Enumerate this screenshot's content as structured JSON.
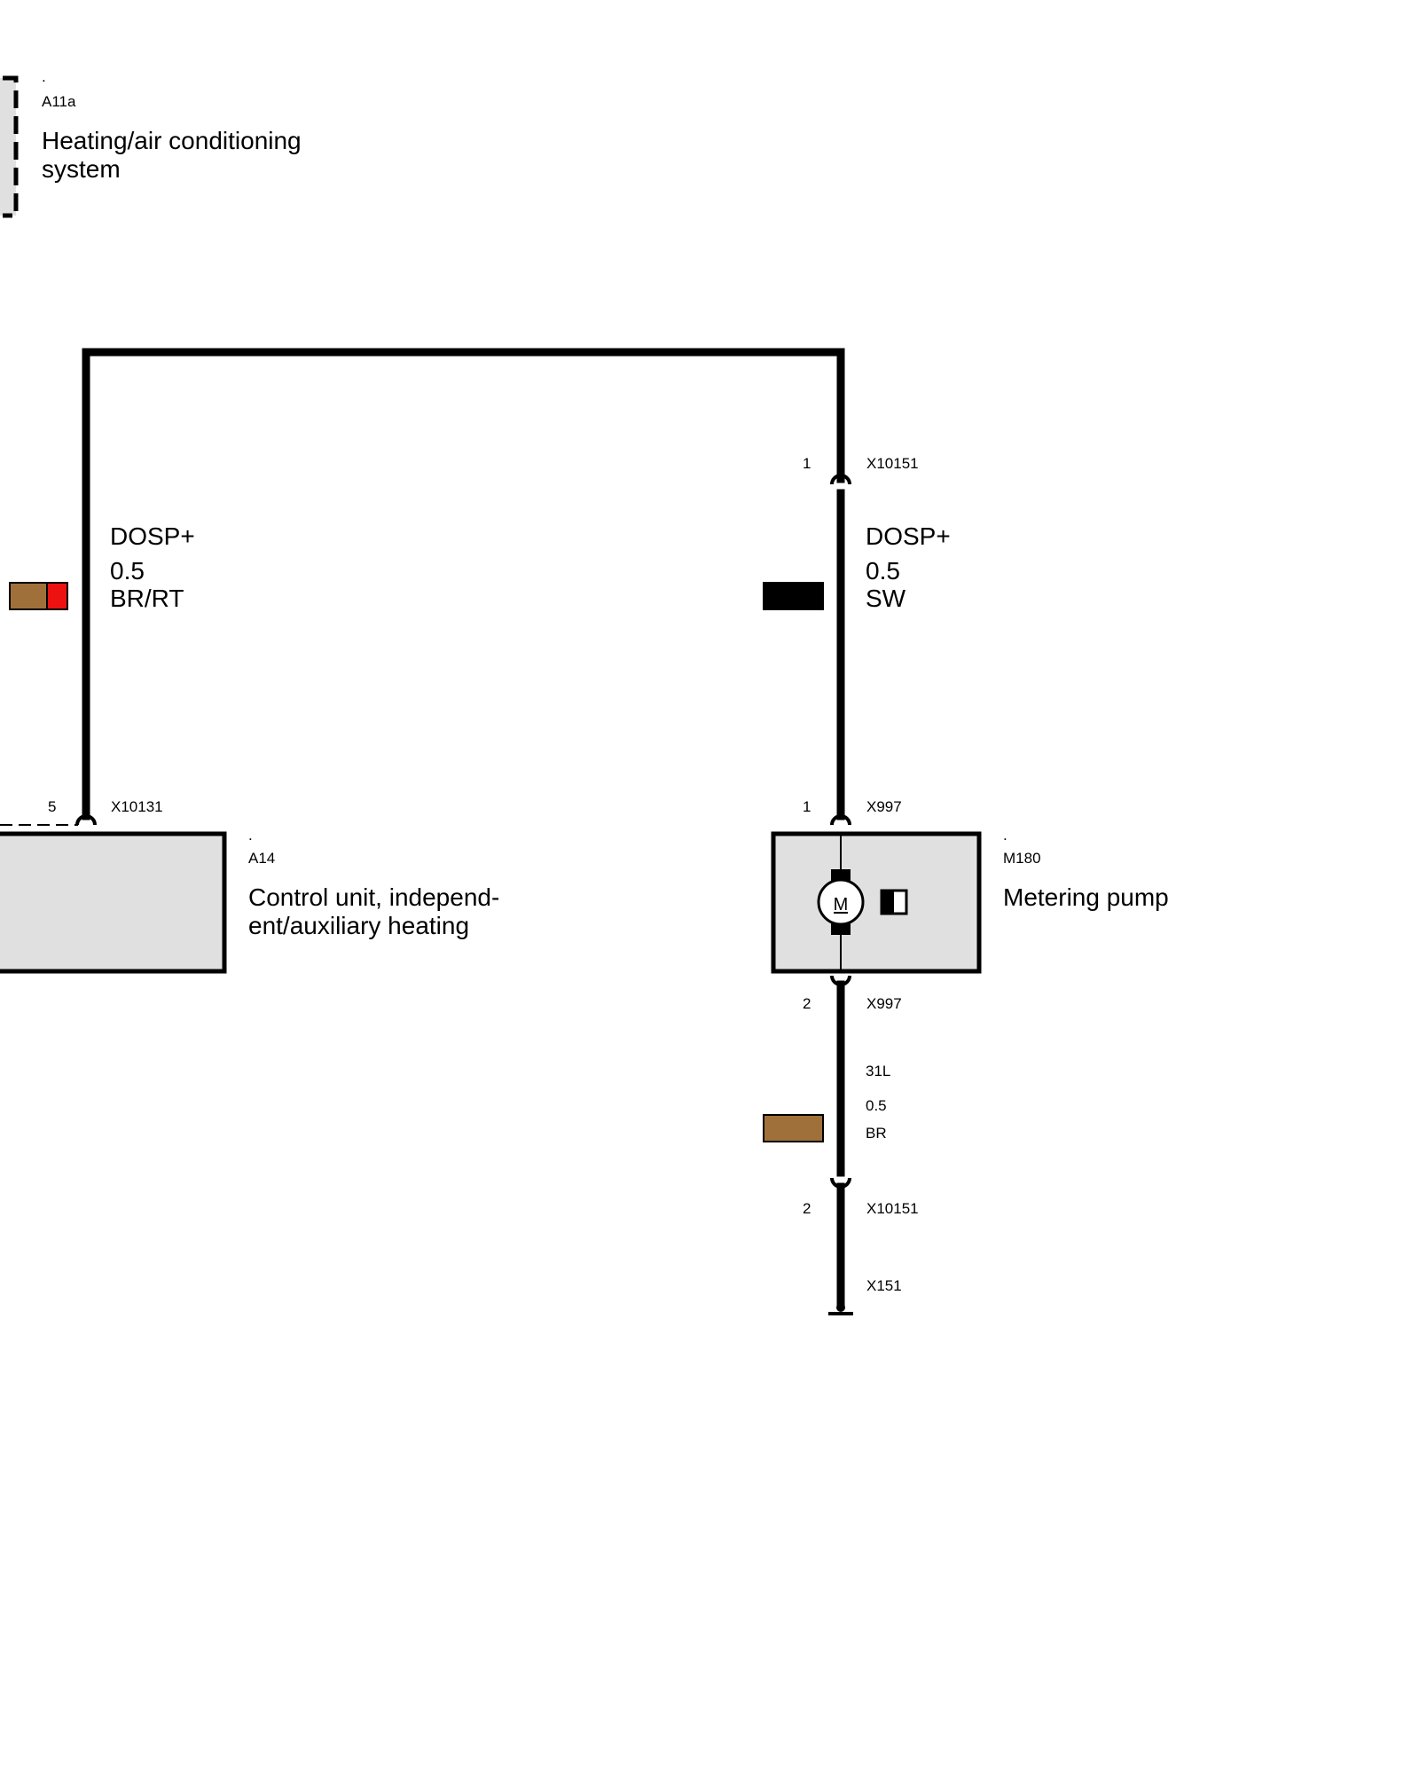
{
  "components": {
    "a11a": {
      "dot": ".",
      "id": "A11a",
      "name_line1": "Heating/air conditioning",
      "name_line2": "system"
    },
    "a14": {
      "dot": ".",
      "id": "A14",
      "name_line1": "Control unit, independ-",
      "name_line2": "ent/auxiliary heating"
    },
    "m180": {
      "dot": ".",
      "id": "M180",
      "name": "Metering pump",
      "motor_symbol": "M"
    }
  },
  "wires": {
    "left": {
      "signal": "DOSP+",
      "gauge": "0.5",
      "color_code": "BR/RT",
      "swatch_colors": [
        "#a0703a",
        "#ee1111"
      ]
    },
    "right_upper": {
      "signal": "DOSP+",
      "gauge": "0.5",
      "color_code": "SW",
      "swatch_colors": [
        "#000000"
      ]
    },
    "right_lower": {
      "signal": "31L",
      "gauge": "0.5",
      "color_code": "BR",
      "swatch_colors": [
        "#a0703a"
      ]
    }
  },
  "connectors": {
    "x10151_top": {
      "pin": "1",
      "id": "X10151"
    },
    "x10131": {
      "pin": "5",
      "id": "X10131"
    },
    "x997_top": {
      "pin": "1",
      "id": "X997"
    },
    "x997_bottom": {
      "pin": "2",
      "id": "X997"
    },
    "x10151_bottom": {
      "pin": "2",
      "id": "X10151"
    },
    "x151": {
      "id": "X151"
    }
  }
}
